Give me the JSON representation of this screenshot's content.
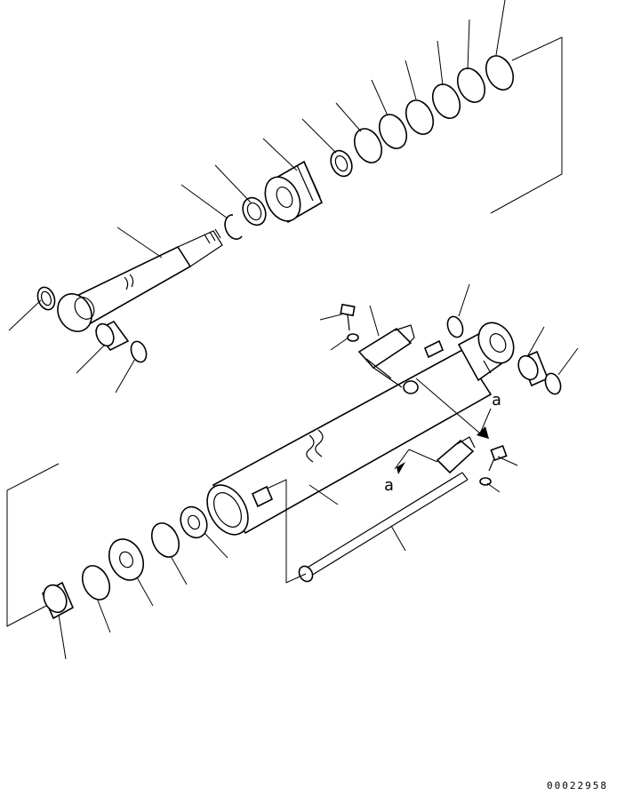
{
  "diagram": {
    "view_marker_top": "a",
    "view_marker_bottom": "a"
  },
  "footer": {
    "drawing_number": "00022958"
  }
}
